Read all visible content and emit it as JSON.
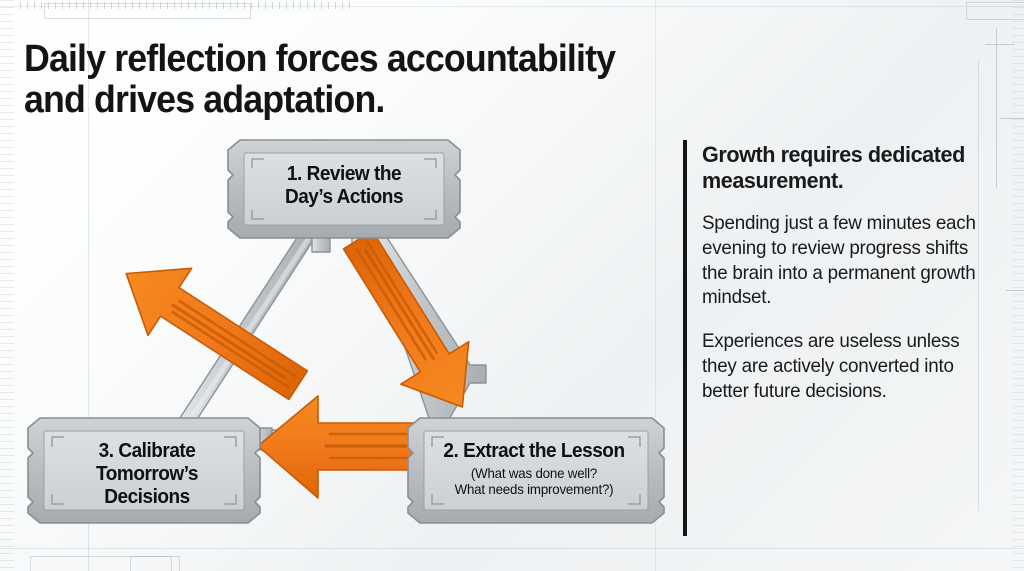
{
  "headline": {
    "line1": "Daily reflection forces accountability",
    "line2": "and drives adaptation."
  },
  "sidebar": {
    "heading": "Growth requires dedicated measurement.",
    "paragraph1": "Spending just a few minutes each evening to review progress shifts the brain into a permanent growth mindset.",
    "paragraph2": "Experiences are useless unless they are actively converted into better future decisions."
  },
  "diagram": {
    "type": "cycle",
    "nodes": [
      {
        "id": "node-1",
        "title_line1": "1. Review the",
        "title_line2": "Day’s Actions",
        "subtitle_line1": "",
        "subtitle_line2": ""
      },
      {
        "id": "node-2",
        "title_line1": "2. Extract the Lesson",
        "title_line2": "",
        "subtitle_line1": "(What was done well?",
        "subtitle_line2": "What needs improvement?)"
      },
      {
        "id": "node-3",
        "title_line1": "3. Calibrate",
        "title_line2": "Tomorrow’s",
        "title_line3": "Decisions",
        "subtitle_line1": "",
        "subtitle_line2": ""
      }
    ],
    "arrows": [
      {
        "id": "arrow-1-to-2",
        "from": "node-1",
        "to": "node-2",
        "direction": "down-right"
      },
      {
        "id": "arrow-2-to-3",
        "from": "node-2",
        "to": "node-3",
        "direction": "left"
      },
      {
        "id": "arrow-3-to-1",
        "from": "node-3",
        "to": "node-1",
        "direction": "up-right"
      }
    ]
  },
  "colors": {
    "accent_orange": "#F07A1A",
    "accent_orange_dark": "#D2600A",
    "node_fill": "#D4D7D9",
    "node_frame": "#B7BBBE",
    "frame_stroke": "#8D9295",
    "text_dark": "#141414",
    "divider": "#151515",
    "background": "#F4F6F7"
  }
}
